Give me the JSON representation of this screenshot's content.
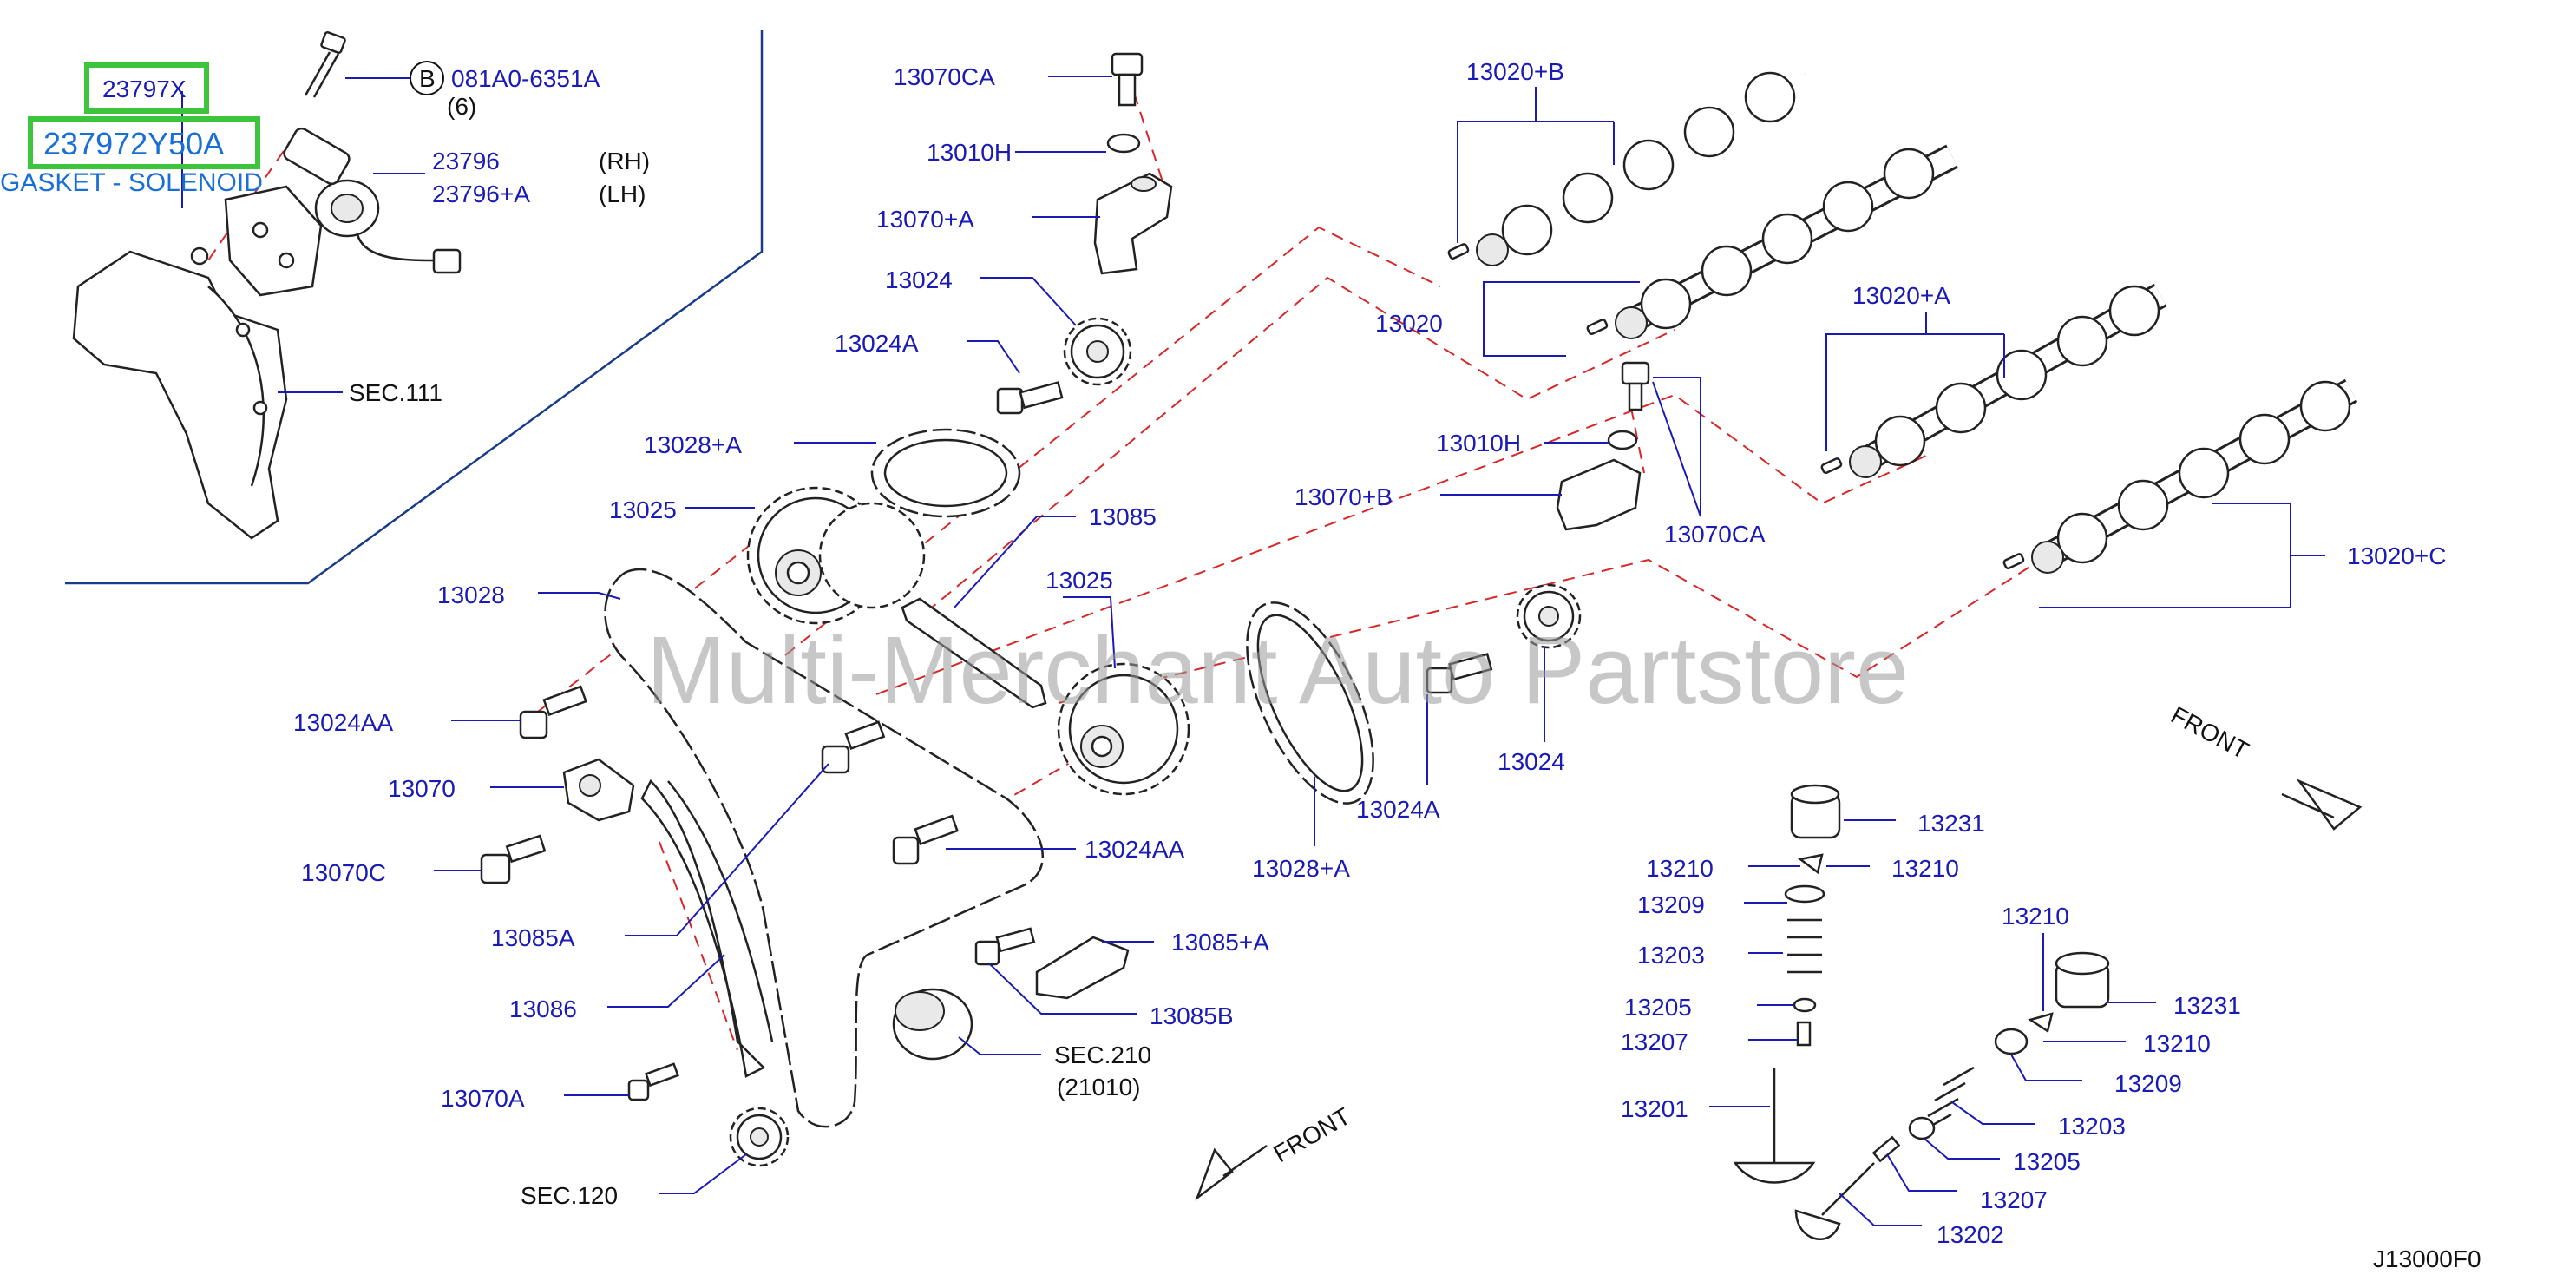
{
  "diagram": {
    "code": "J13000F0",
    "watermark": "Multi-Merchant Auto Partstore",
    "front_label": "FRONT",
    "inset": {
      "highlight_part": "23797X",
      "highlight_part_big": "237972Y50A",
      "gasket_caption": "GASKET - SOLENOID",
      "bolt_circle_letter": "B",
      "bolt_part": "081A0-6351A",
      "bolt_qty": "(6)",
      "solenoid_rh": "23796",
      "solenoid_rh_side": "(RH)",
      "solenoid_lh": "23796+A",
      "solenoid_lh_side": "(LH)",
      "sec_111": "SEC.111"
    },
    "labels": {
      "p13070CA_top": "13070CA",
      "p13010H_top": "13010H",
      "p13070A_plus": "13070+A",
      "p13024_top": "13024",
      "p13024A_top": "13024A",
      "p13028A_top": "13028+A",
      "p13025_left": "13025",
      "p13085": "13085",
      "p13025_mid": "13025",
      "p13028": "13028",
      "p13024AA_left": "13024AA",
      "p13070": "13070",
      "p13070C": "13070C",
      "p13085A": "13085A",
      "p13086": "13086",
      "p13070A": "13070A",
      "sec_120": "SEC.120",
      "p13024AA_mid": "13024AA",
      "p13085A_plus": "13085+A",
      "p13085B": "13085B",
      "sec_210": "SEC.210",
      "sec_210_sub": "(21010)",
      "p13028A_bot": "13028+A",
      "p13024A_bot": "13024A",
      "p13024_bot": "13024",
      "p13020B": "13020+B",
      "p13020": "13020",
      "p13020A": "13020+A",
      "p13020C": "13020+C",
      "p13010H_mid": "13010H",
      "p13070B": "13070+B",
      "p13070CA_mid": "13070CA",
      "p13231_a": "13231",
      "p13210_a1": "13210",
      "p13210_a2": "13210",
      "p13209_a": "13209",
      "p13203_a": "13203",
      "p13205_a": "13205",
      "p13207_a": "13207",
      "p13201": "13201",
      "p13210_b": "13210",
      "p13231_b": "13231",
      "p13210_b2": "13210",
      "p13209_b": "13209",
      "p13203_b": "13203",
      "p13205_b": "13205",
      "p13207_b": "13207",
      "p13202": "13202"
    }
  }
}
